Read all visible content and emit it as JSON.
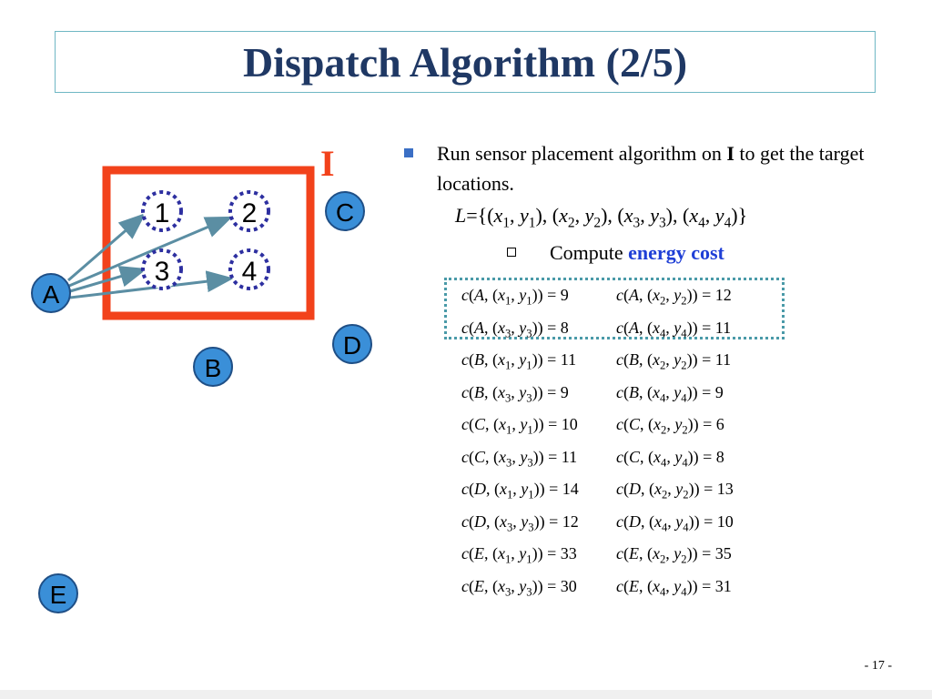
{
  "slide": {
    "title": "Dispatch Algorithm (2/5)",
    "page_number": "- 17 -"
  },
  "diagram": {
    "region_label": "I",
    "targets": [
      "1",
      "2",
      "3",
      "4"
    ],
    "sensors": [
      "A",
      "B",
      "C",
      "D",
      "E"
    ]
  },
  "bullets": {
    "main_before": "Run sensor placement algorithm on ",
    "main_highlight": "I",
    "main_after": " to get the target locations.",
    "set_L": "L",
    "sub_before": "Compute ",
    "sub_highlight": "energy cost"
  },
  "costs": [
    [
      {
        "s": "A",
        "i": "1",
        "v": "9"
      },
      {
        "s": "A",
        "i": "2",
        "v": "12"
      }
    ],
    [
      {
        "s": "A",
        "i": "3",
        "v": "8"
      },
      {
        "s": "A",
        "i": "4",
        "v": "11"
      }
    ],
    [
      {
        "s": "B",
        "i": "1",
        "v": "11"
      },
      {
        "s": "B",
        "i": "2",
        "v": "11"
      }
    ],
    [
      {
        "s": "B",
        "i": "3",
        "v": "9"
      },
      {
        "s": "B",
        "i": "4",
        "v": "9"
      }
    ],
    [
      {
        "s": "C",
        "i": "1",
        "v": "10"
      },
      {
        "s": "C",
        "i": "2",
        "v": "6"
      }
    ],
    [
      {
        "s": "C",
        "i": "3",
        "v": "11"
      },
      {
        "s": "C",
        "i": "4",
        "v": "8"
      }
    ],
    [
      {
        "s": "D",
        "i": "1",
        "v": "14"
      },
      {
        "s": "D",
        "i": "2",
        "v": "13"
      }
    ],
    [
      {
        "s": "D",
        "i": "3",
        "v": "12"
      },
      {
        "s": "D",
        "i": "4",
        "v": "10"
      }
    ],
    [
      {
        "s": "E",
        "i": "1",
        "v": "33"
      },
      {
        "s": "E",
        "i": "2",
        "v": "35"
      }
    ],
    [
      {
        "s": "E",
        "i": "3",
        "v": "30"
      },
      {
        "s": "E",
        "i": "4",
        "v": "31"
      }
    ]
  ],
  "colors": {
    "title": "#1f3864",
    "region_box": "#f2421b",
    "sensor_fill": "#3a8fd8",
    "target_border": "#2d2fa0",
    "arrow": "#5b8ea3",
    "energy_text": "#1f3fd6",
    "highlight_box": "#4a9aa8"
  }
}
